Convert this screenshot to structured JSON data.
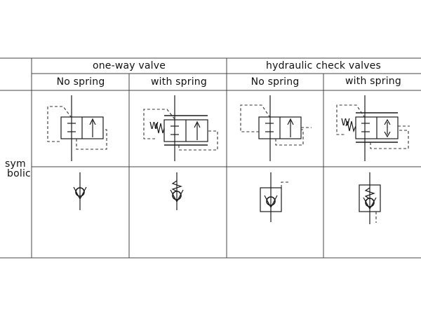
{
  "table": {
    "groups": [
      {
        "label": "one-way valve"
      },
      {
        "label": "hydraulic check valves"
      }
    ],
    "columns": [
      {
        "label": "No spring"
      },
      {
        "label": "with spring"
      },
      {
        "label": "No spring"
      },
      {
        "label": "with spring"
      }
    ],
    "row_label_line1": "sym",
    "row_label_line2": "bolic",
    "spring_mark": "W"
  }
}
